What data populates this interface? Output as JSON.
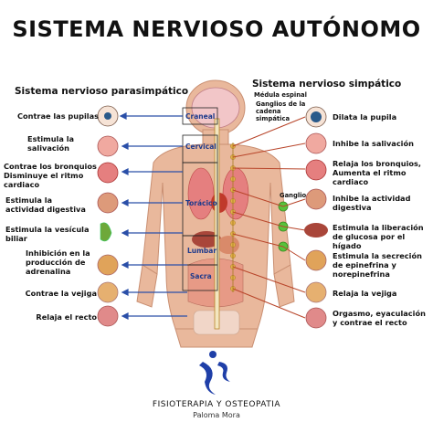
{
  "title": "SISTEMA NERVIOSO AUTÓNOMO",
  "parasympathetic": {
    "heading": "Sistema nervioso parasimpático",
    "effects": [
      "Contrae las pupilas",
      "Estimula la salivación",
      "Contrae los bronquios Disminuye el ritmo cardiaco",
      "Estimula la actividad digestiva",
      "Estimula la vesícula biliar",
      "Inhibición en la producción de adrenalina",
      "Contrae la vejiga",
      "Relaja el recto"
    ]
  },
  "sympathetic": {
    "heading": "Sistema nervioso simpático",
    "effects": [
      "Dilata la pupila",
      "Inhibe la salivación",
      "Relaja los bronquios, Aumenta el ritmo cardiaco",
      "Inhibe la actividad digestiva",
      "Estimula la liberación de glucosa por el hígado",
      "Estimula la secreción de epinefrina y norepinefrina",
      "Relaja la vejiga",
      "Orgasmo, eyaculación y contrae el recto"
    ]
  },
  "spine_labels": {
    "spinal_cord": "Médula espinal",
    "ganglia_chain": "Ganglios de la cadena simpática",
    "ganglion": "Ganglio"
  },
  "regions": [
    "Craneal",
    "Cervical",
    "Torácico",
    "Lumbar",
    "Sacra"
  ],
  "brand": {
    "name": "FISIOTERAPIA Y OSTEOPATIA",
    "person": "Paloma Mora"
  },
  "colors": {
    "parasympathetic_line": "#2a4fa8",
    "sympathetic_line": "#b8862a",
    "skin": "#e9b89c",
    "ganglion": "#58c23a"
  }
}
